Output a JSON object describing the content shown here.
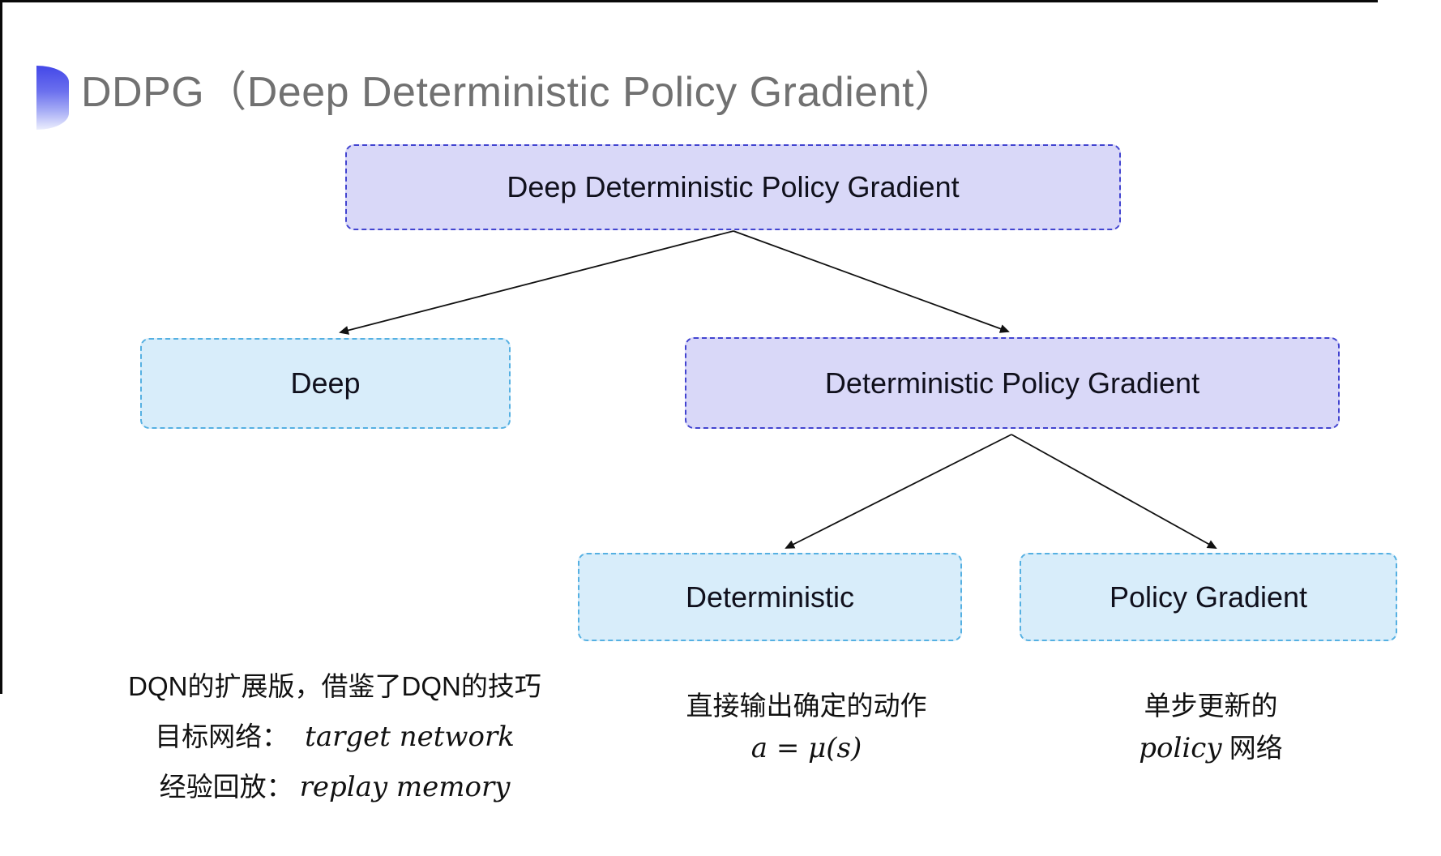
{
  "header": {
    "title": "DDPG（Deep Deterministic Policy Gradient）",
    "bullet_icon": "blue-semicircle-icon"
  },
  "diagram": {
    "nodes": {
      "root": {
        "label": "Deep Deterministic Policy Gradient"
      },
      "deep": {
        "label": "Deep"
      },
      "dpg": {
        "label": "Deterministic Policy Gradient"
      },
      "deterministic": {
        "label": "Deterministic"
      },
      "policy_gradient": {
        "label": "Policy Gradient"
      }
    },
    "edges": [
      "root->deep",
      "root->dpg",
      "dpg->deterministic",
      "dpg->policy_gradient"
    ],
    "notes": {
      "deep": {
        "line1": "DQN的扩展版，借鉴了DQN的技巧",
        "line2_label": "目标网络：",
        "line2_term": "target network",
        "line3_label": "经验回放：",
        "line3_term": "replay memory"
      },
      "deterministic": {
        "line1": "直接输出确定的动作",
        "formula": "a = μ(s)"
      },
      "policy_gradient": {
        "line1": "单步更新的",
        "line2_term": "policy",
        "line2_suffix": " 网络"
      }
    }
  },
  "colors": {
    "purple_fill": "#d9d8f8",
    "purple_border": "#4244d0",
    "cyan_fill": "#d8edfa",
    "cyan_border": "#55b0e2",
    "arrow": "#111111",
    "title_text": "#717171",
    "bullet_blue": "#4347e8",
    "edge_line": "#0a0a0a"
  }
}
